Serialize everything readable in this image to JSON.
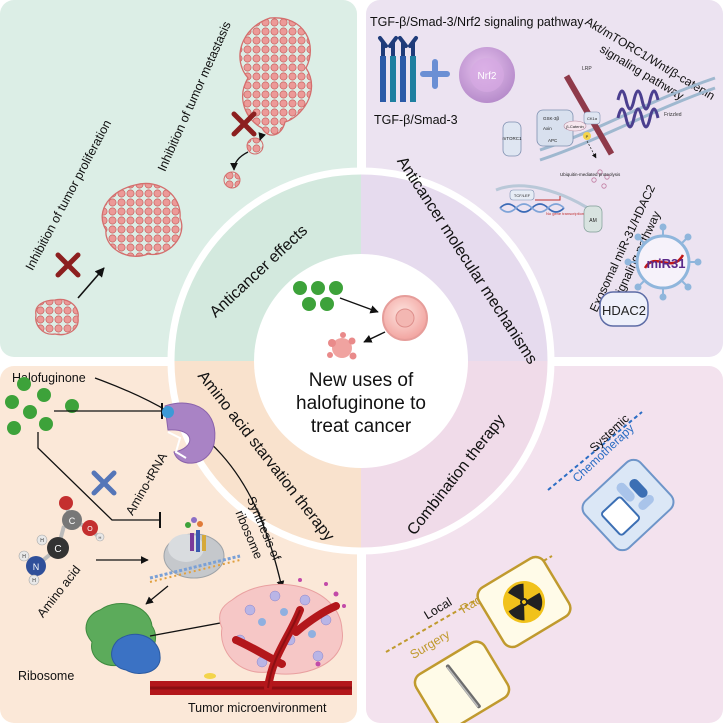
{
  "center": {
    "line1": "New uses of",
    "line2": "halofuginone to",
    "line3": "treat cancer"
  },
  "ring": {
    "anticancer_effects": "Anticancer effects",
    "molecular_mechanisms": "Anticancer molecular mechanisms",
    "amino_acid_therapy": "Amino acid starvation therapy",
    "combination_therapy": "Combination therapy"
  },
  "effects": {
    "metastasis": "Inhibition of tumor metastasis",
    "proliferation": "Inhibition of tumor proliferation"
  },
  "mechanisms": {
    "tgf_pathway": "TGF-β/Smad-3/Nrf2 signaling pathway",
    "tgf_smad": "TGF-β/Smad-3",
    "nrf2": "Nrf2",
    "akt_line1": "Akt/mTORC1/Wnt/β-catenin",
    "akt_line2": "signaling pathway",
    "exo_line1": "Exosomal miR-31/HDAC2",
    "exo_line2": "signaling pathway",
    "mir31": "miR31",
    "hdac2": "HDAC2",
    "small": {
      "mtorc1": "mTORC1",
      "gsk": "GSK-3β",
      "axin": "Axin",
      "apc": "APC",
      "ck1": "CK1α",
      "bcat": "β-Catenin",
      "p": "P",
      "ubi": "Ubiquitin-mediated proteolysis",
      "am": "AM",
      "tcf": "TCF/LEF",
      "notrans": "No gene transcription",
      "lrp": "LRP",
      "frizzled": "Frizzled"
    }
  },
  "amino": {
    "halofuginone": "Halofuginone",
    "amino_trna": "Amino-tRNA",
    "amino_acid": "Amino acid",
    "synthesis_line1": "Synthesis of",
    "synthesis_line2": "ribosome",
    "ribosome": "Ribosome",
    "tumor_micro": "Tumor microenvironment",
    "atom_c": "C",
    "atom_o": "O",
    "atom_n": "N",
    "atom_h": "H"
  },
  "combination": {
    "systemic": "Systemic",
    "chemotherapy": "Chemotherapy",
    "local": "Local",
    "radiation": "Radiation",
    "surgery": "Surgery"
  },
  "colors": {
    "effects_bg": "#dceee6",
    "mechanisms_bg": "#ece3f1",
    "amino_bg": "#fbe8d8",
    "combination_bg": "#f3e2ee",
    "halofuginone_green": "#3da23a",
    "tumor_pink": "#e98a8a",
    "dark_red_x": "#8c1f1f",
    "blue_x": "#5576b8",
    "chemo_blue": "#2a6dc4",
    "gold": "#c09a2e"
  }
}
